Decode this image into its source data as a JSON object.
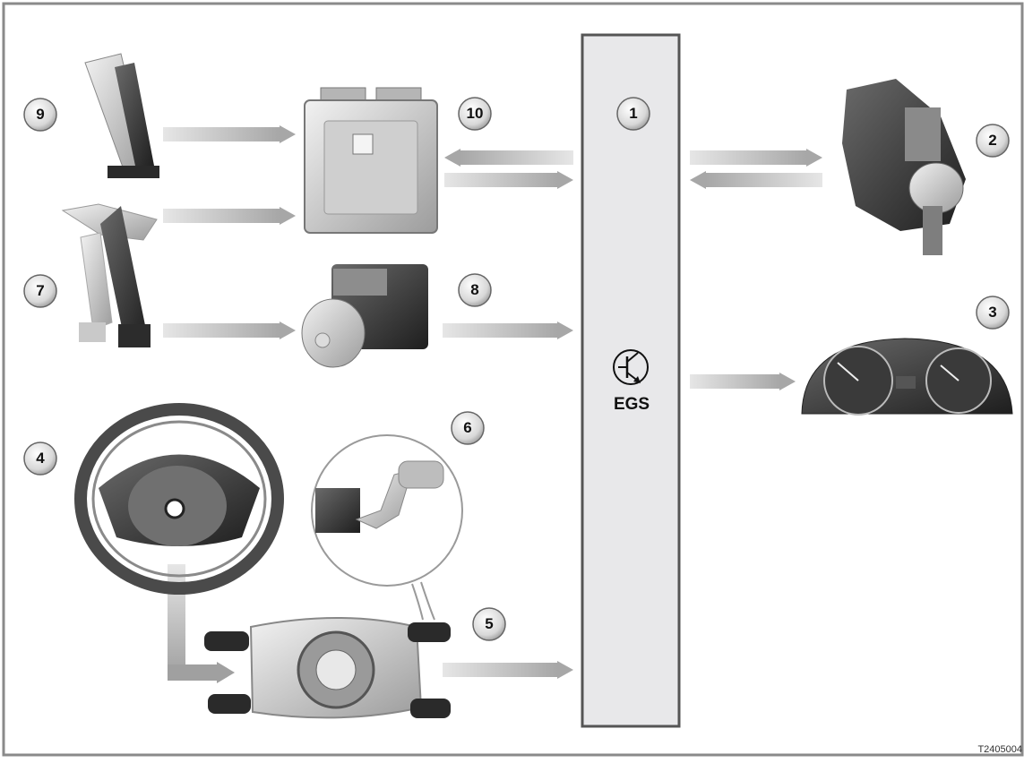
{
  "labels": {
    "n1": "1",
    "n2": "2",
    "n3": "3",
    "n4": "4",
    "n5": "5",
    "n6": "6",
    "n7": "7",
    "n8": "8",
    "n9": "9",
    "n10": "10"
  },
  "egs_label": "EGS",
  "figure_code": "T2405004",
  "colors": {
    "frame": "#8a8a8a",
    "egs_bar": "#e8e8ea",
    "arrow": "#bdbdbd",
    "component_dark": "#3a3a3a",
    "component_light": "#d9d9d9"
  }
}
